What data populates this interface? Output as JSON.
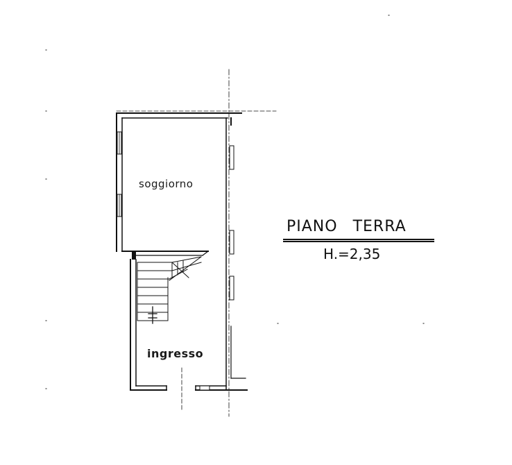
{
  "plan": {
    "rooms": {
      "soggiorno": "soggiorno",
      "ingresso": "ingresso"
    },
    "title": "PIANO  TERRA",
    "height_label": "H.=2,35"
  },
  "colors": {
    "ink": "#111111",
    "background": "#ffffff"
  }
}
